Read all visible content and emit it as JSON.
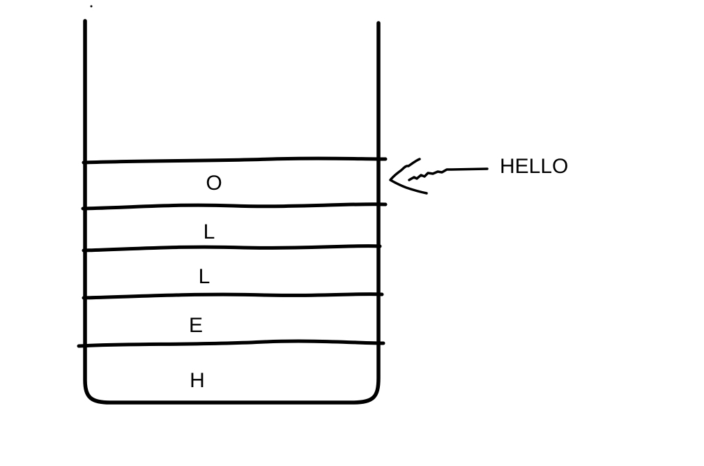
{
  "colors": {
    "ink": "#000000",
    "background": "#ffffff"
  },
  "stack": {
    "cells": [
      {
        "letter": "O"
      },
      {
        "letter": "L"
      },
      {
        "letter": "L"
      },
      {
        "letter": "E"
      },
      {
        "letter": "H"
      }
    ]
  },
  "annotation": {
    "label": "HELLO"
  }
}
